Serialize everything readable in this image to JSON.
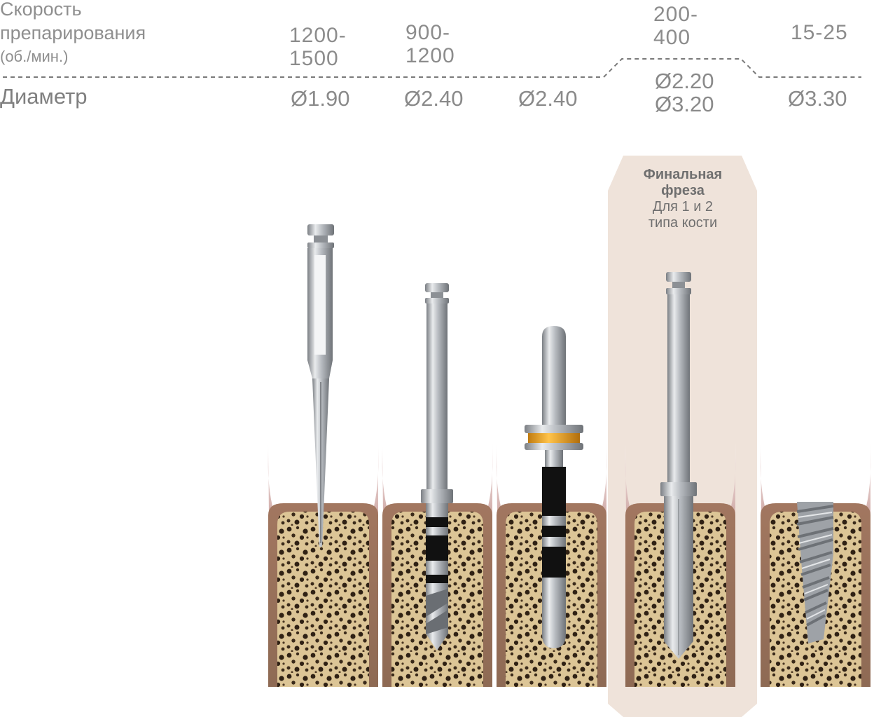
{
  "header": {
    "speed_label_line1": "Скорость",
    "speed_label_line2": "препарирования",
    "speed_label_unit": "(об./мин.)",
    "diameter_label": "Диаметр"
  },
  "speeds": [
    {
      "line1": "1200-",
      "line2": "1500"
    },
    {
      "line1": "900-",
      "line2": "1200"
    },
    {
      "line1": "200-",
      "line2": "400"
    },
    {
      "line1": "15-25"
    }
  ],
  "diameters": [
    {
      "line1": "Ø1.90"
    },
    {
      "line1": "Ø2.40"
    },
    {
      "line1": "Ø2.40"
    },
    {
      "line1": "Ø2.20",
      "line2": "Ø3.20"
    },
    {
      "line1": "Ø3.30"
    }
  ],
  "final_drill": {
    "title_line1": "Финальная",
    "title_line2": "фреза",
    "note_line1": "Для 1 и 2",
    "note_line2": "типа кости"
  },
  "steps": [
    {
      "tool": "pilot-drill-icon"
    },
    {
      "tool": "twist-drill-icon"
    },
    {
      "tool": "depth-gauge-icon"
    },
    {
      "tool": "final-drill-icon"
    },
    {
      "tool": "implant-icon"
    }
  ],
  "colors": {
    "highlight": "#efe3da",
    "bone": "#d9c190",
    "cortex": "#a5795e",
    "gum": "#e8d3d5",
    "metal": "#b9bcc0",
    "gauge_band": "#f0a21c"
  }
}
